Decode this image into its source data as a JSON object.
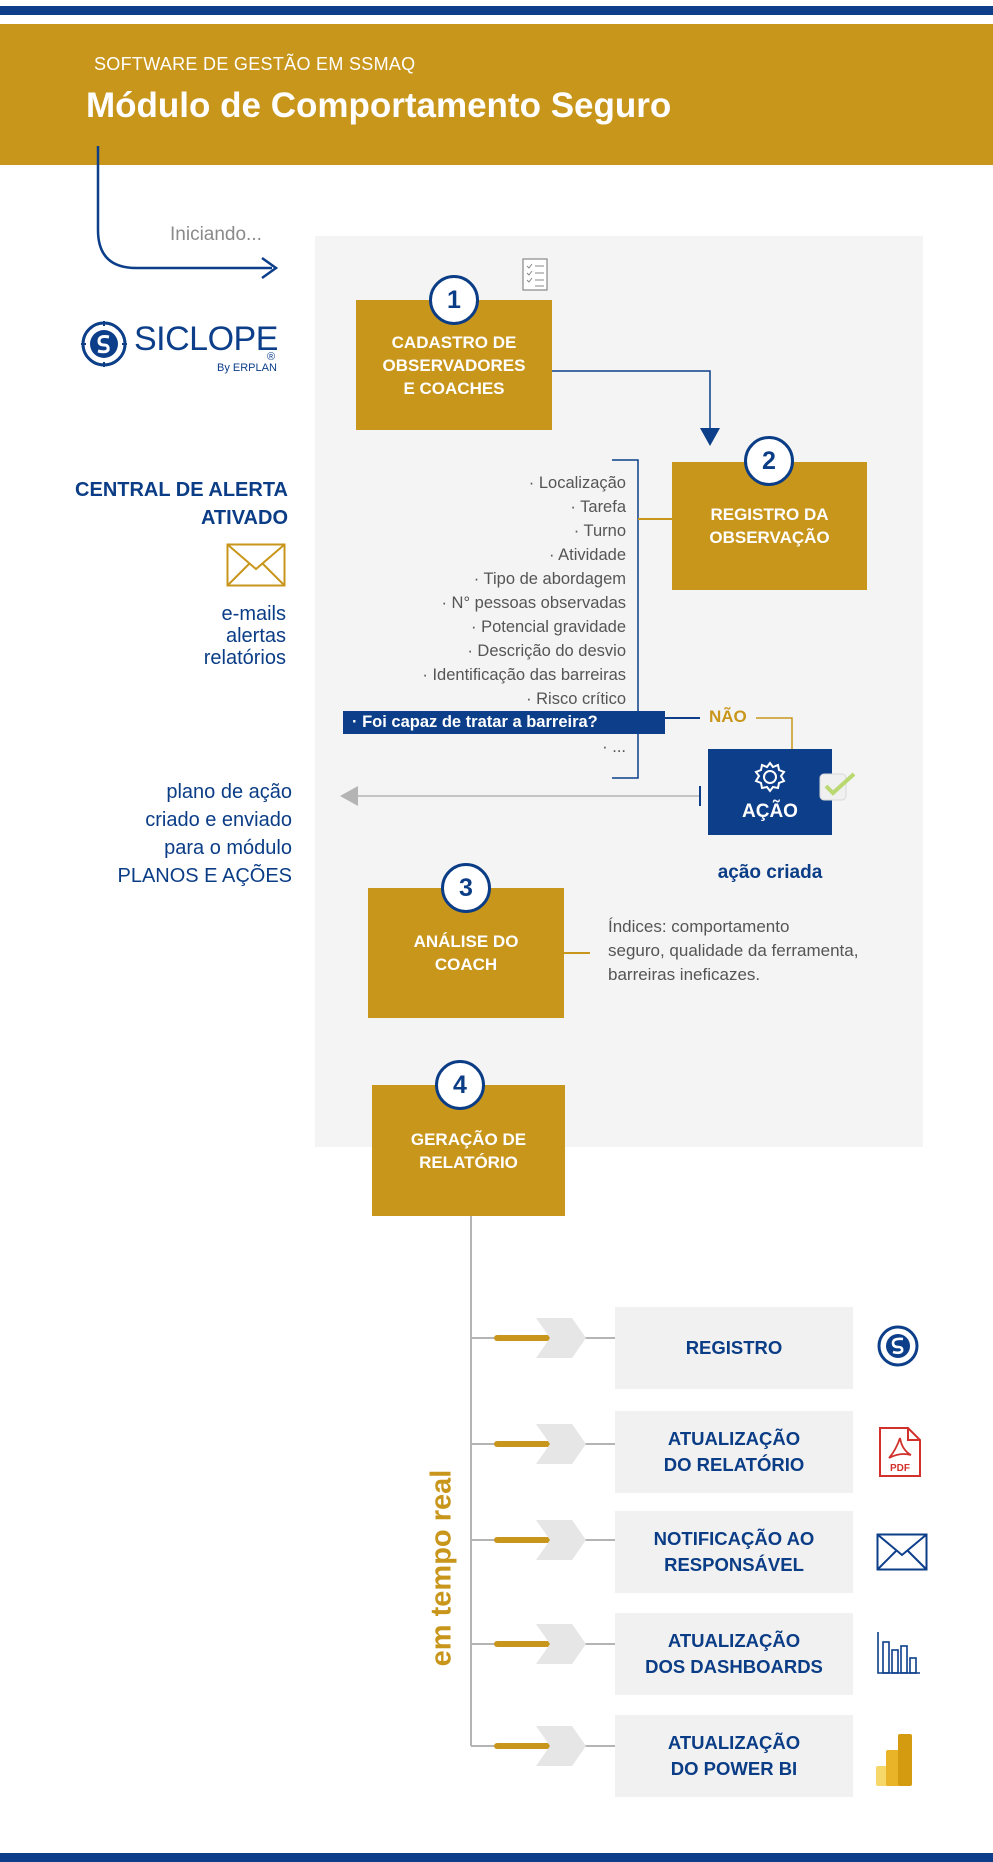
{
  "header": {
    "subtitle": "SOFTWARE DE GESTÃO EM SSMAQ",
    "title": "Módulo de Comportamento Seguro"
  },
  "start_label": "Iniciando...",
  "logo": {
    "name": "SICLOPE",
    "registered": "®",
    "byline": "By ERPLAN"
  },
  "alert": {
    "title_line1": "CENTRAL DE ALERTA",
    "title_line2": "ATIVADO",
    "items": [
      "e-mails",
      "alertas",
      "relatórios"
    ]
  },
  "action_plan": {
    "lines": [
      "plano de ação",
      "criado e enviado",
      "para o módulo",
      "PLANOS E AÇÕES"
    ]
  },
  "steps": [
    {
      "number": "1",
      "lines": [
        "CADASTRO DE",
        "OBSERVADORES",
        "E COACHES"
      ]
    },
    {
      "number": "2",
      "lines": [
        "REGISTRO DA",
        "OBSERVAÇÃO"
      ]
    },
    {
      "number": "3",
      "lines": [
        "ANÁLISE DO",
        "COACH"
      ]
    },
    {
      "number": "4",
      "lines": [
        "GERAÇÃO DE",
        "RELATÓRIO"
      ]
    }
  ],
  "observation_fields": [
    "· Localização",
    "· Tarefa",
    "· Turno",
    "· Atividade",
    "· Tipo de abordagem",
    "· N° pessoas observadas",
    "· Potencial gravidade",
    "· Descrição do desvio",
    "· Identificação das barreiras",
    "· Risco crítico"
  ],
  "highlight_question": "· Foi capaz de tratar a barreira?",
  "ellipsis_item": "· ...",
  "no_label": "NÃO",
  "action": {
    "label": "AÇÃO",
    "created": "ação criada"
  },
  "indices": {
    "lines": [
      "Índices: comportamento",
      "seguro, qualidade da ferramenta,",
      "barreiras ineficazes."
    ]
  },
  "realtime_label": "em tempo real",
  "outputs": [
    {
      "lines": [
        "REGISTRO"
      ],
      "icon": "siclope-logo-icon"
    },
    {
      "lines": [
        "ATUALIZAÇÃO",
        "DO RELATÓRIO"
      ],
      "icon": "pdf-icon",
      "icon_text": "PDF"
    },
    {
      "lines": [
        "NOTIFICAÇÃO AO",
        "RESPONSÁVEL"
      ],
      "icon": "envelope-icon"
    },
    {
      "lines": [
        "ATUALIZAÇÃO",
        "DOS DASHBOARDS"
      ],
      "icon": "bar-chart-icon"
    },
    {
      "lines": [
        "ATUALIZAÇÃO",
        "DO POWER BI"
      ],
      "icon": "power-bi-icon"
    }
  ],
  "colors": {
    "navy": "#0c3e8a",
    "gold": "#c9961c",
    "panel": "#f4f4f4",
    "gray_line": "#b4b4b4",
    "pdf_red": "#d1302b"
  }
}
